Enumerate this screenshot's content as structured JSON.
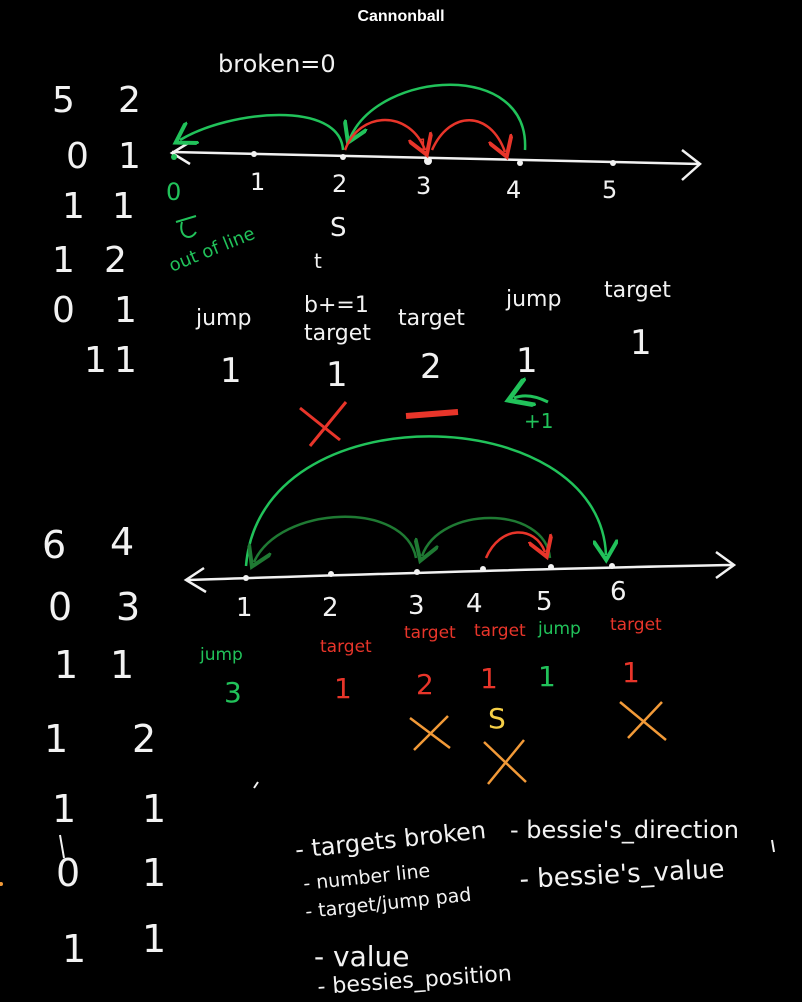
{
  "title": "Cannonball",
  "colors": {
    "white": "#f2f2f2",
    "green": "#21c25a",
    "darkgreen": "#1f7a33",
    "red": "#e8352a",
    "orange": "#f29a38",
    "yellow": "#f5cf47"
  },
  "diagram1": {
    "note": "broken=0",
    "input": [
      [
        "5",
        "2"
      ],
      [
        "0",
        "1"
      ],
      [
        "1",
        "1"
      ],
      [
        "1",
        "2"
      ],
      [
        "0",
        "1"
      ],
      [
        "1",
        "1"
      ]
    ],
    "ticks": [
      "0",
      "1",
      "2",
      "3",
      "4",
      "5"
    ],
    "s_label": "S",
    "out_of_line": "out of line",
    "t_label": "t",
    "types": [
      "jump",
      "b+=1",
      "target",
      "target",
      "jump",
      "target"
    ],
    "values": [
      "1",
      "1",
      "2",
      "1",
      "1"
    ],
    "plus_one": "+1"
  },
  "diagram2": {
    "input": [
      [
        "6",
        "4"
      ],
      [
        "0",
        "3"
      ],
      [
        "1",
        "1"
      ],
      [
        "1",
        "2"
      ],
      [
        "1",
        "1"
      ],
      [
        "0",
        "1"
      ],
      [
        "1",
        "1"
      ]
    ],
    "ticks": [
      "1",
      "2",
      "3",
      "4",
      "5",
      "6"
    ],
    "types": [
      "jump",
      "target",
      "target",
      "target",
      "jump",
      "target"
    ],
    "values": [
      "3",
      "1",
      "2",
      "1",
      "1",
      "1"
    ],
    "s_label": "S"
  },
  "notes": {
    "left": [
      "- targets broken",
      "- number line",
      "- target/jump pad",
      "- value",
      "- bessies_position"
    ],
    "right": [
      "- bessie's_direction",
      "- bessie's_value"
    ]
  }
}
